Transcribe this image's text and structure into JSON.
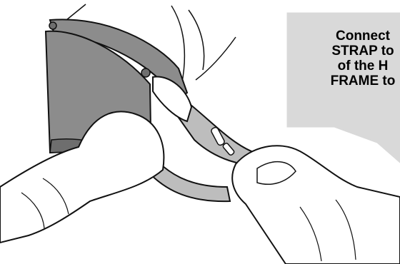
{
  "callout": {
    "lines": [
      "Connect",
      "STRAP to",
      "of the H",
      "FRAME to"
    ]
  },
  "colors": {
    "callout_fill": "#d9d9d9",
    "frame_grey": "#8c8c8c",
    "frame_dark": "#6e6e6e",
    "strap_grey": "#bdbdbd",
    "glove_white": "#ffffff",
    "outline": "#111111"
  }
}
